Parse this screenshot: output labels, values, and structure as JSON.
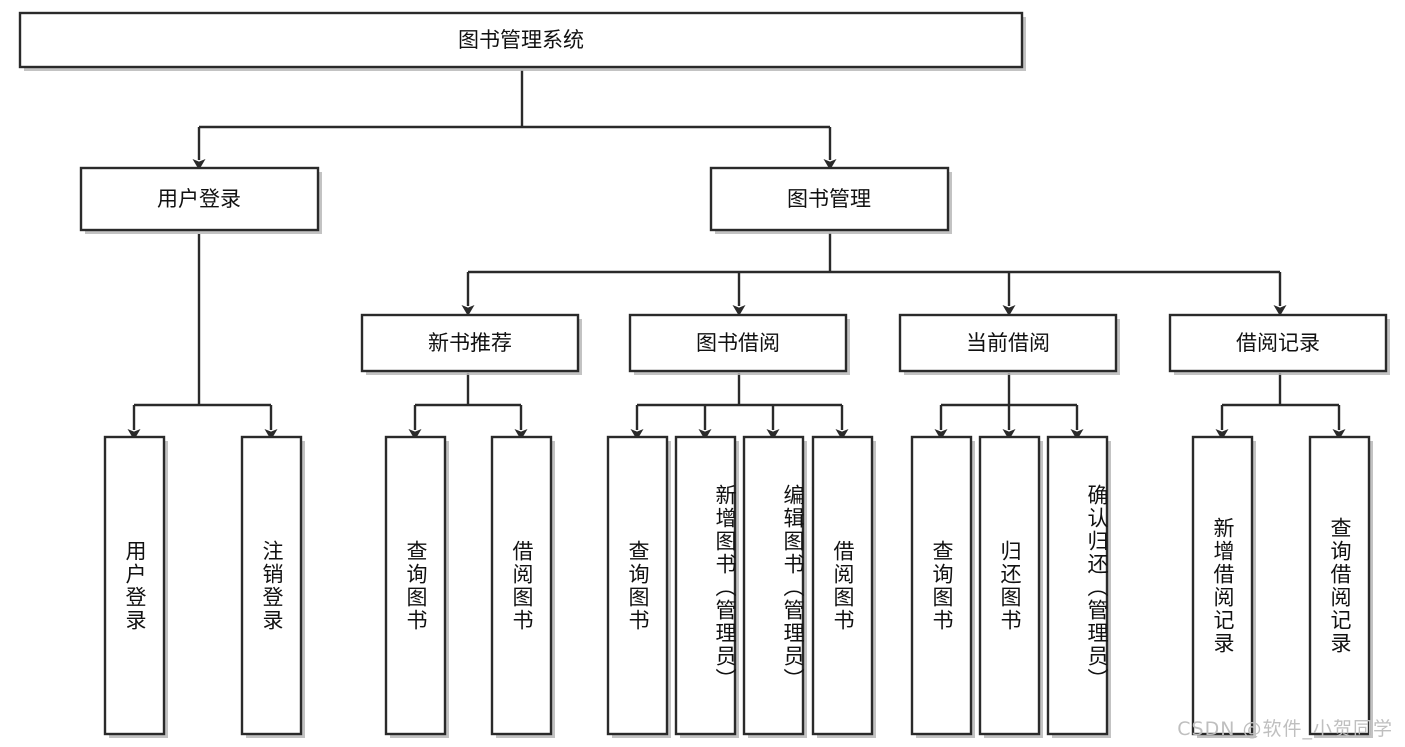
{
  "diagram": {
    "title": "图书管理系统",
    "type": "tree-hierarchy-chart",
    "orientation": "top-down",
    "colors": {
      "box_border": "#2a2a2a",
      "box_fill": "#ffffff",
      "connector": "#2a2a2a",
      "shadow": "#b9b9b9",
      "text": "#111111",
      "watermark": "#bfbfbf"
    },
    "root": {
      "label": "图书管理系统",
      "text_orientation": "horizontal"
    },
    "level2": [
      {
        "label": "用户登录",
        "text_orientation": "horizontal"
      },
      {
        "label": "图书管理",
        "text_orientation": "horizontal"
      }
    ],
    "level3": [
      {
        "label": "新书推荐",
        "text_orientation": "horizontal",
        "parent": "图书管理"
      },
      {
        "label": "图书借阅",
        "text_orientation": "horizontal",
        "parent": "图书管理"
      },
      {
        "label": "当前借阅",
        "text_orientation": "horizontal",
        "parent": "图书管理"
      },
      {
        "label": "借阅记录",
        "text_orientation": "horizontal",
        "parent": "图书管理"
      }
    ],
    "leaves": [
      {
        "label": "用户登录",
        "parent": "用户登录",
        "text_orientation": "vertical"
      },
      {
        "label": "注销登录",
        "parent": "用户登录",
        "text_orientation": "vertical"
      },
      {
        "label": "查询图书",
        "parent": "新书推荐",
        "text_orientation": "vertical"
      },
      {
        "label": "借阅图书",
        "parent": "新书推荐",
        "text_orientation": "vertical"
      },
      {
        "label": "查询图书",
        "parent": "图书借阅",
        "text_orientation": "vertical"
      },
      {
        "label": "新增图书（管理员）",
        "parent": "图书借阅",
        "text_orientation": "vertical"
      },
      {
        "label": "编辑图书（管理员）",
        "parent": "图书借阅",
        "text_orientation": "vertical"
      },
      {
        "label": "借阅图书",
        "parent": "图书借阅",
        "text_orientation": "vertical"
      },
      {
        "label": "查询图书",
        "parent": "当前借阅",
        "text_orientation": "vertical"
      },
      {
        "label": "归还图书",
        "parent": "当前借阅",
        "text_orientation": "vertical"
      },
      {
        "label": "确认归还（管理员）",
        "parent": "当前借阅",
        "text_orientation": "vertical"
      },
      {
        "label": "新增借阅记录",
        "parent": "借阅记录",
        "text_orientation": "vertical"
      },
      {
        "label": "查询借阅记录",
        "parent": "借阅记录",
        "text_orientation": "vertical"
      }
    ],
    "watermark": "CSDN @软件_小贺同学"
  }
}
